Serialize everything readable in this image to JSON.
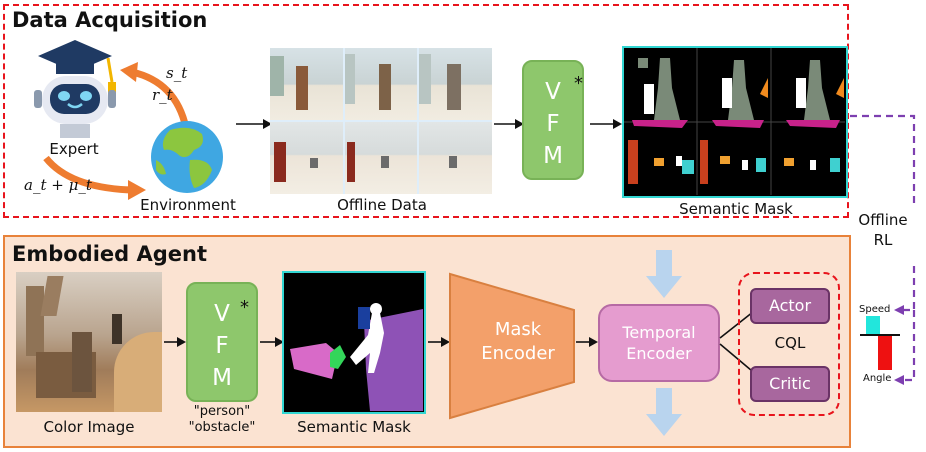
{
  "acquisition": {
    "title": "Data Acquisition",
    "expert_label": "Expert",
    "environment_label": "Environment",
    "state_label": "s_t",
    "reward_label": "r_t",
    "action_label": "a_t + μ_t",
    "offline_label": "Offline Data",
    "vfm_letters": [
      "V",
      "F",
      "M"
    ],
    "vfm_star": "*",
    "mask_label": "Semantic Mask"
  },
  "offline_rl_label": [
    "Offline",
    "RL"
  ],
  "agent": {
    "title": "Embodied Agent",
    "color_label": "Color Image",
    "vfm_letters": [
      "V",
      "F",
      "M"
    ],
    "vfm_star": "*",
    "prompt_person": "\"person\"",
    "prompt_obstacle": "\"obstacle\"",
    "mask_label": "Semantic Mask",
    "mask_encoder": [
      "Mask",
      "Encoder"
    ],
    "temporal_encoder": [
      "Temporal",
      "Encoder"
    ],
    "actor": "Actor",
    "critic": "Critic",
    "cql": "CQL",
    "speed": "Speed",
    "angle": "Angle"
  },
  "colors": {
    "red_dash": "#e8141c",
    "orange_border": "#e8823a",
    "agent_bg": "#fbe3d2",
    "vfm_green": "#8ec76c",
    "encoder_orange": "#f3a06a",
    "temporal_pink": "#e59ccf",
    "actor_purple": "#a8679e",
    "rl_purple": "#7d3fb0",
    "speed_cyan": "#22e6dc",
    "angle_red": "#ee1111",
    "mask_border": "#32d6d2"
  }
}
